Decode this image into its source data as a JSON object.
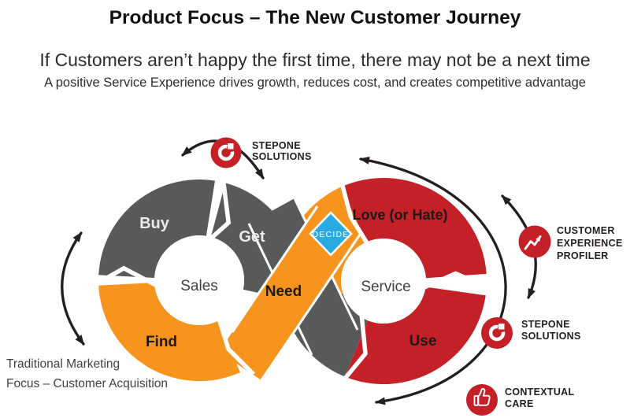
{
  "header": {
    "title": "Product Focus – The New Customer Journey",
    "subtitle": "If Customers aren’t happy the first time, there may not be a next time",
    "tagline": "A positive Service Experience drives growth, reduces cost, and creates competitive advantage"
  },
  "diagram": {
    "left_loop": {
      "center": "Sales",
      "buy": "Buy",
      "get": "Get",
      "find": "Find",
      "need": "Need"
    },
    "right_loop": {
      "center": "Service",
      "love": "Love (or Hate)",
      "use": "Use"
    },
    "decide": "DECIDE",
    "note_line1": "Traditional Marketing",
    "note_line2": "Focus – Customer Acquisition"
  },
  "callouts": {
    "stepone_top": {
      "line1": "STEPONE",
      "line2": "SOLUTIONS"
    },
    "customer_experience_profiler": {
      "line1": "CUSTOMER",
      "line2": "EXPERIENCE",
      "line3": "PROFILER"
    },
    "stepone_right": {
      "line1": "STEPONE",
      "line2": "SOLUTIONS"
    },
    "contextual_care": {
      "line1": "CONTEXTUAL",
      "line2": "CARE"
    }
  },
  "icons": {
    "stepone_logo": "stepone-logo-icon",
    "profiler": "trend-chart-icon",
    "contextual": "thumbs-up-icon"
  },
  "colors": {
    "gray": "#58595B",
    "orange": "#F7941E",
    "red": "#C32127",
    "decide_blue": "#29ABE2",
    "arrow_black": "#231F20",
    "light_label": "#E9E9EA"
  }
}
